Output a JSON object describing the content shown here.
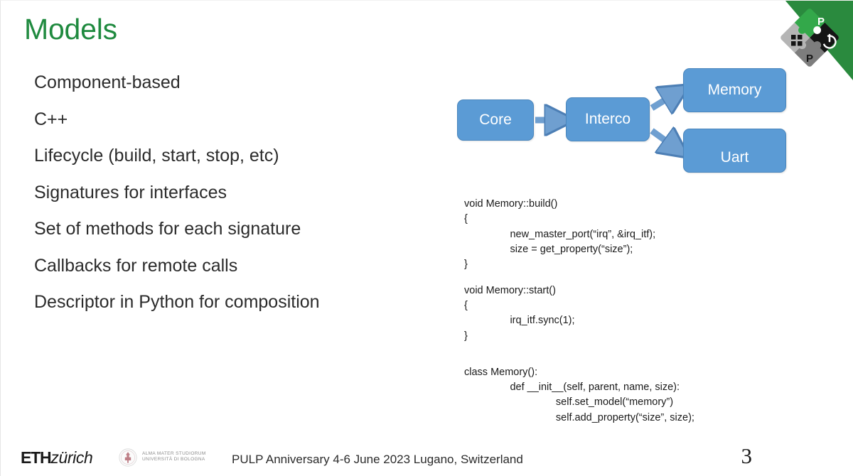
{
  "slide": {
    "title": "Models",
    "page_number": "3",
    "accent_green": "#1f8a3f",
    "corner_green": "#2a8a3e",
    "node_blue": "#5b9bd5",
    "arrow_blue": "#6f9fd0"
  },
  "bullets": [
    {
      "label": "Component-based"
    },
    {
      "label": "C++"
    },
    {
      "label": "Lifecycle (build, start, stop, etc)"
    },
    {
      "label": "Signatures for interfaces"
    },
    {
      "label": "Set of methods for each signature"
    },
    {
      "label": "Callbacks for remote calls"
    },
    {
      "label": "Descriptor in Python for composition"
    }
  ],
  "diagram": {
    "nodes": [
      {
        "id": "core",
        "label": "Core"
      },
      {
        "id": "interco",
        "label": "Interco"
      },
      {
        "id": "memory",
        "label": "Memory"
      },
      {
        "id": "uart",
        "label": "Uart"
      }
    ],
    "edges": [
      {
        "from": "core",
        "to": "interco"
      },
      {
        "from": "interco",
        "to": "memory"
      },
      {
        "from": "interco",
        "to": "uart"
      }
    ]
  },
  "code": {
    "block_cpp_build": "void Memory::build()\n{\n                new_master_port(“irq”, &irq_itf);\n                size = get_property(“size”);\n}",
    "block_cpp_start": "void Memory::start()\n{\n                irq_itf.sync(1);\n}",
    "block_python": "class Memory():\n                def __init__(self, parent, name, size):\n                                self.set_model(“memory”)\n                                self.add_property(“size”, size);"
  },
  "footer": {
    "eth_bold": "ETH",
    "eth_italic": "zürich",
    "unibo_line1": "ALMA MATER STUDIORUM",
    "unibo_line2": "UNIVERSITÀ DI BOLOGNA",
    "note": "PULP Anniversary 4-6 June 2023 Lugano, Switzerland"
  },
  "logo": {
    "name": "pulp-logo",
    "piece_top_letter": "P",
    "piece_bottom_letter": "P",
    "piece_right_icon": "power-icon",
    "piece_left_icon": "four-dots-icon"
  }
}
